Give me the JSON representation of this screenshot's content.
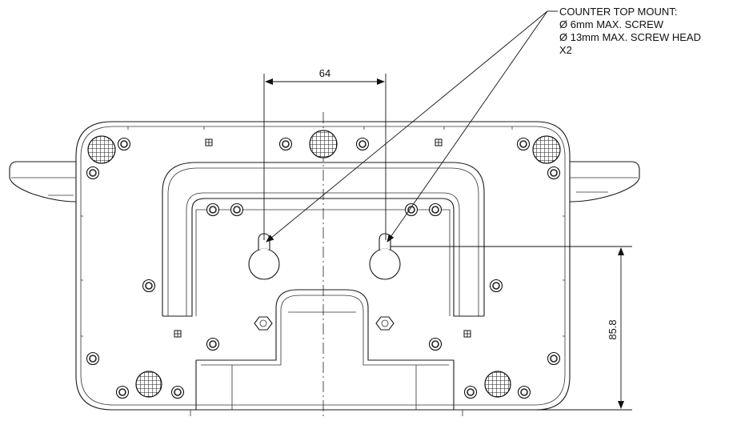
{
  "callout": {
    "line1": "COUNTER TOP MOUNT:",
    "line2": "Ø 6mm MAX. SCREW",
    "line3": "Ø 13mm MAX. SCREW HEAD",
    "line4": "X2"
  },
  "dimensions": {
    "horizontal": "64",
    "vertical": "85.8"
  }
}
